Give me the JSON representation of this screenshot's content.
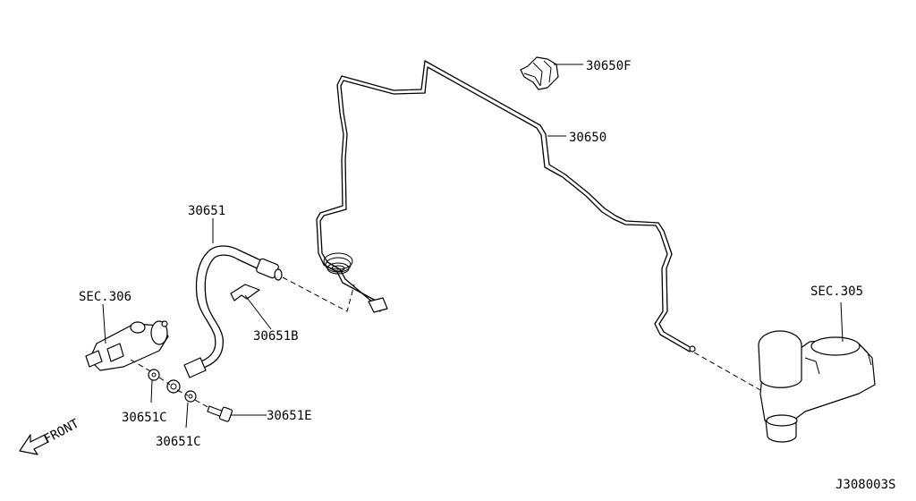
{
  "labels": {
    "sec306": "SEC.306",
    "sec305": "SEC.305",
    "p30650F": "30650F",
    "p30650": "30650",
    "p30651": "30651",
    "p30651B": "30651B",
    "p30651C_a": "30651C",
    "p30651C_b": "30651C",
    "p30651E": "30651E",
    "front": "FRONT",
    "diagram_id": "J308003S"
  }
}
